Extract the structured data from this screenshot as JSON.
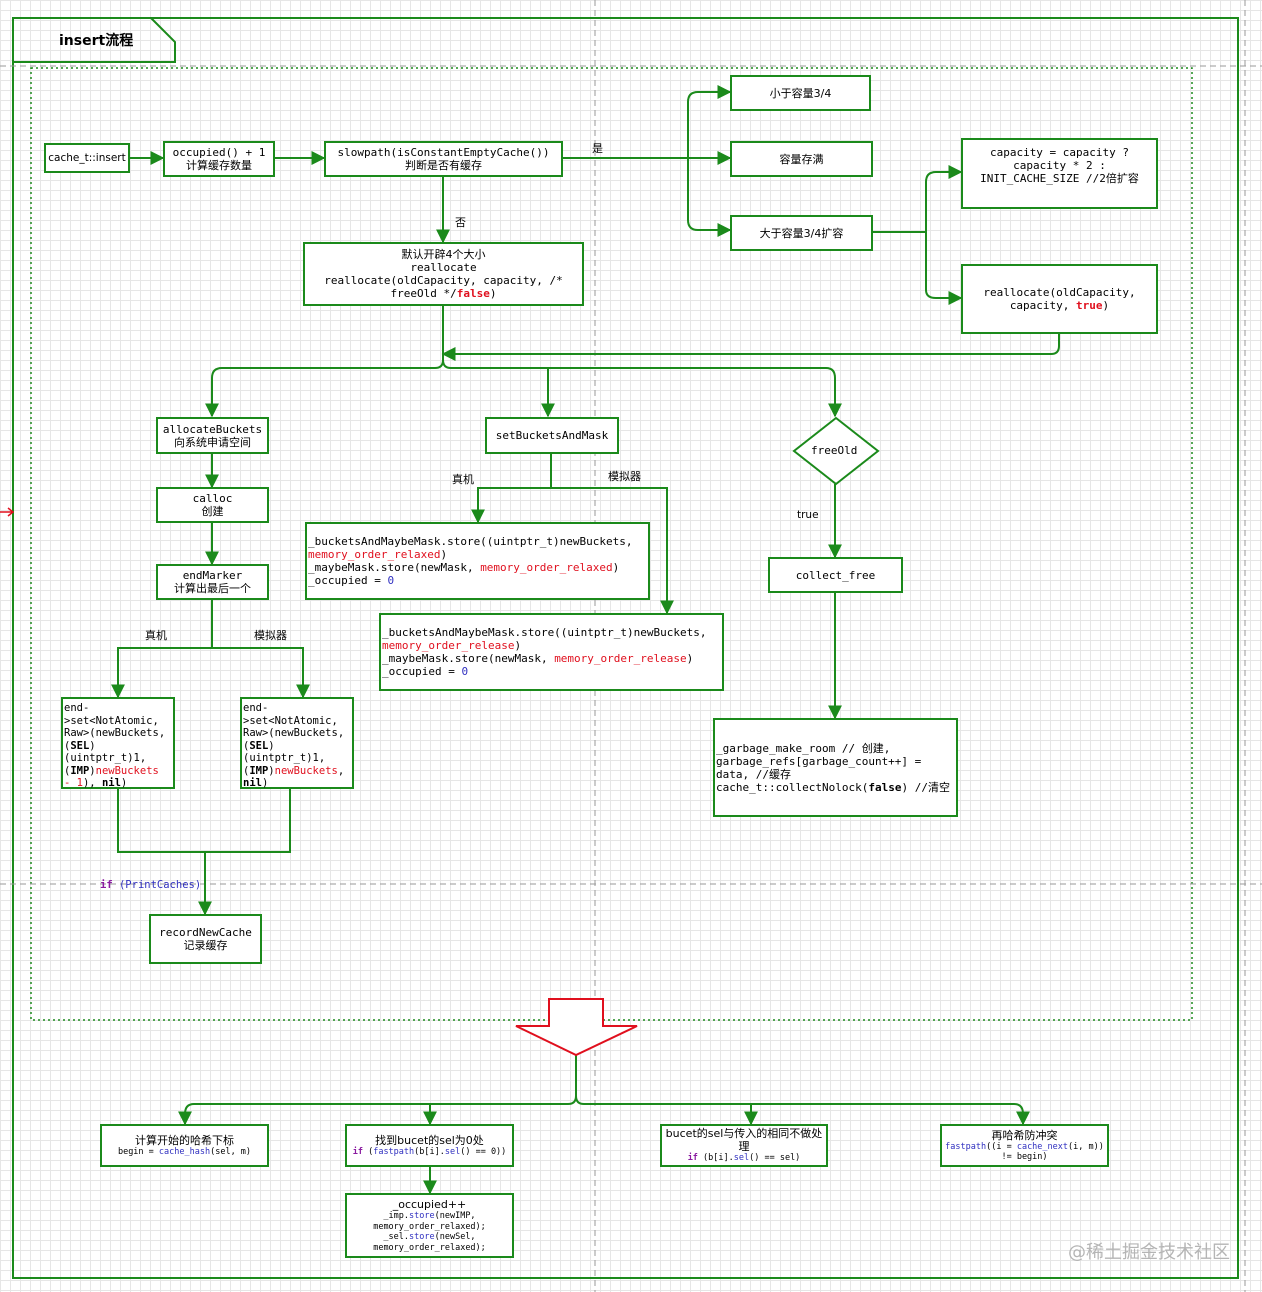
{
  "frame": {
    "title": "insert流程"
  },
  "nodes": {
    "cache_insert": "cache_t::insert",
    "occupied": [
      "occupied() + 1",
      "计算缓存数量"
    ],
    "slowpath": [
      "slowpath(isConstantEmptyCache())",
      "判断是否有缓存"
    ],
    "lt34": "小于容量3/4",
    "full": "容量存满",
    "gt34": "大于容量3/4扩容",
    "capacity": [
      "capacity = capacity ?",
      "capacity * 2 :",
      "INIT_CACHE_SIZE //2倍扩容"
    ],
    "realloc_true": {
      "line1": "reallocate(oldCapacity,",
      "line2_pre": "capacity, ",
      "line2_kw": "true",
      "line2_post": ")"
    },
    "default_alloc": {
      "line1": "默认开辟4个大小",
      "line2": "reallocate",
      "line3": "reallocate(oldCapacity, capacity, /*",
      "line4_pre": "freeOld */",
      "line4_kw": "false",
      "line4_post": ")"
    },
    "allocateBuckets": [
      "allocateBuckets",
      "向系统申请空间"
    ],
    "calloc": [
      "calloc",
      "创建"
    ],
    "endMarker": [
      "endMarker",
      "计算出最后一个"
    ],
    "end_left": {
      "l1": "end-",
      "l2": ">set<NotAtomic,",
      "l3": "Raw>(newBuckets,",
      "l4_kw": "SEL",
      "l5": "(uintptr_t)1,",
      "l6_kw": "IMP",
      "l6_red": "newBuckets",
      "l7_red": "- 1",
      "l7_post": "), ",
      "l7_kw": "nil",
      "l7_end": ")"
    },
    "end_right": {
      "l1": "end-",
      "l2": ">set<NotAtomic,",
      "l3": "Raw>(newBuckets,",
      "l4_kw": "SEL",
      "l5": "(uintptr_t)1,",
      "l6_kw": "IMP",
      "l6_red": "newBuckets",
      "l6_post": ",",
      "l7_kw": "nil",
      "l7_end": ")"
    },
    "setBucketsAndMask": "setBucketsAndMask",
    "store_relaxed": {
      "l1": "_bucketsAndMaybeMask.store((uintptr_t)newBuckets,",
      "l2": "memory_order_relaxed",
      "l2_post": ")",
      "l3_pre": "_maybeMask.store(newMask, ",
      "l3_red": "memory_order_relaxed",
      "l3_post": ")",
      "l4_pre": "_occupied = ",
      "l4_num": "0"
    },
    "store_release": {
      "l1": "_bucketsAndMaybeMask.store((uintptr_t)newBuckets,",
      "l2": "memory_order_release",
      "l2_post": ")",
      "l3_pre": "_maybeMask.store(newMask, ",
      "l3_red": "memory_order_release",
      "l3_post": ")",
      "l4_pre": "_occupied = ",
      "l4_num": "0"
    },
    "freeOld": "freeOld",
    "collect_free": "collect_free",
    "garbage": {
      "l1": "_garbage_make_room // 创建,",
      "l2": "garbage_refs[garbage_count++] =",
      "l3": "data, //缓存",
      "l4_pre": "cache_t::collectNolock(",
      "l4_kw": "false",
      "l4_post": ") //清空"
    },
    "recordNewCache": [
      "recordNewCache",
      "记录缓存"
    ],
    "hash_begin": {
      "cn": "计算开始的哈希下标",
      "code_pre": "begin = ",
      "code_blue": "cache_hash",
      "code_post": "(sel, m)"
    },
    "found_zero": {
      "cn": "找到bucet的sel为0处",
      "code_kw": "if",
      "code_pre": " (",
      "code_blue": "fastpath",
      "code_mid": "(b[i].",
      "code_blue2": "sel",
      "code_post": "() == 0))"
    },
    "occupied_pp": {
      "l1": "_occupied++",
      "l2_pre": "_imp.",
      "l2_blue": "store",
      "l2_post": "(newIMP,",
      "l3": "memory_order_relaxed);",
      "l4_pre": "_sel.",
      "l4_blue": "store",
      "l4_post": "(newSel,",
      "l5": "memory_order_relaxed);"
    },
    "same_sel": {
      "cn": "bucet的sel与传入的相同不做处理",
      "code_kw": "if",
      "code_pre": " (b[i].",
      "code_blue": "sel",
      "code_post": "() == sel)"
    },
    "rehash": {
      "cn": "再哈希防冲突",
      "l1_blue": "fastpath",
      "l1_pre": "((i = ",
      "l1_blue2": "cache_next",
      "l1_post": "(i, m))",
      "l2": "!= begin)"
    }
  },
  "labels": {
    "yes": "是",
    "no": "否",
    "device1": "真机",
    "sim1": "模拟器",
    "device2": "真机",
    "sim2": "模拟器",
    "true": "true",
    "printcaches_kw": "if",
    "printcaches_arg": " (PrintCaches)"
  },
  "watermark": "@稀土掘金技术社区",
  "colors": {
    "stroke": "#1b8a1b",
    "red_arrow": "#e0101e",
    "keyword_red": "#e0101e",
    "identifier_blue": "#3030c0",
    "keyword_purple": "#8a1ba0"
  }
}
